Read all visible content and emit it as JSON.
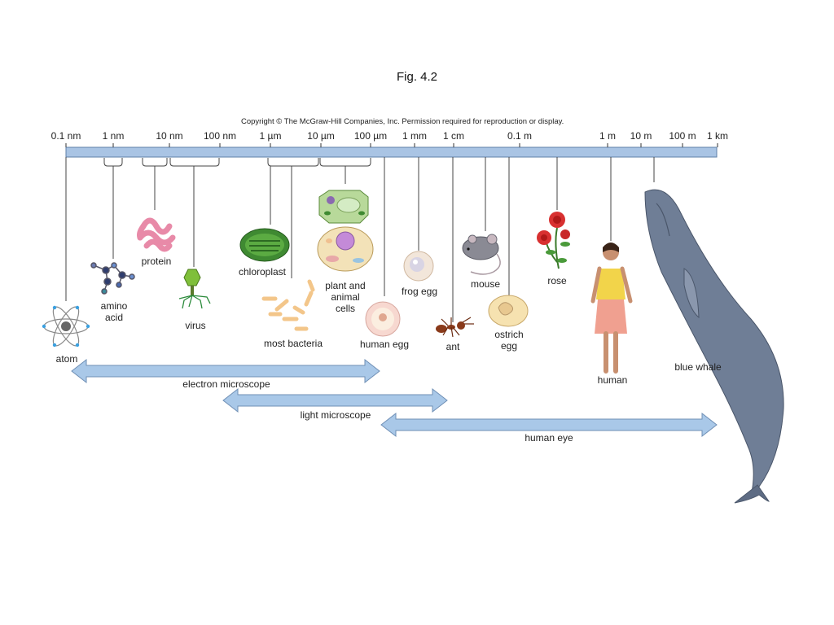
{
  "figure": {
    "title": "Fig. 4.2",
    "copyright": "Copyright © The McGraw-Hill Companies, Inc. Permission required for reproduction or display."
  },
  "scale": {
    "ticks": [
      "0.1 nm",
      "1 nm",
      "10 nm",
      "100 nm",
      "1 µm",
      "10 µm",
      "100 µm",
      "1 mm",
      "1 cm",
      "0.1 m",
      "1 m",
      "10 m",
      "100 m",
      "1 km"
    ]
  },
  "organisms": {
    "atom": "atom",
    "amino_acid": "amino\nacid",
    "protein": "protein",
    "virus": "virus",
    "chloroplast": "chloroplast",
    "most_bacteria": "most bacteria",
    "plant_animal_cells": "plant and\nanimal\ncells",
    "human_egg": "human egg",
    "frog_egg": "frog egg",
    "ant": "ant",
    "mouse": "mouse",
    "ostrich_egg": "ostrich\negg",
    "rose": "rose",
    "human": "human",
    "blue_whale": "blue whale"
  },
  "ranges": {
    "electron_microscope": "electron microscope",
    "light_microscope": "light microscope",
    "human_eye": "human eye"
  },
  "colors": {
    "scale_bar": "#a9c4e4",
    "arrow_fill": "#a9c8e8",
    "arrow_stroke": "#6f8fb5"
  }
}
